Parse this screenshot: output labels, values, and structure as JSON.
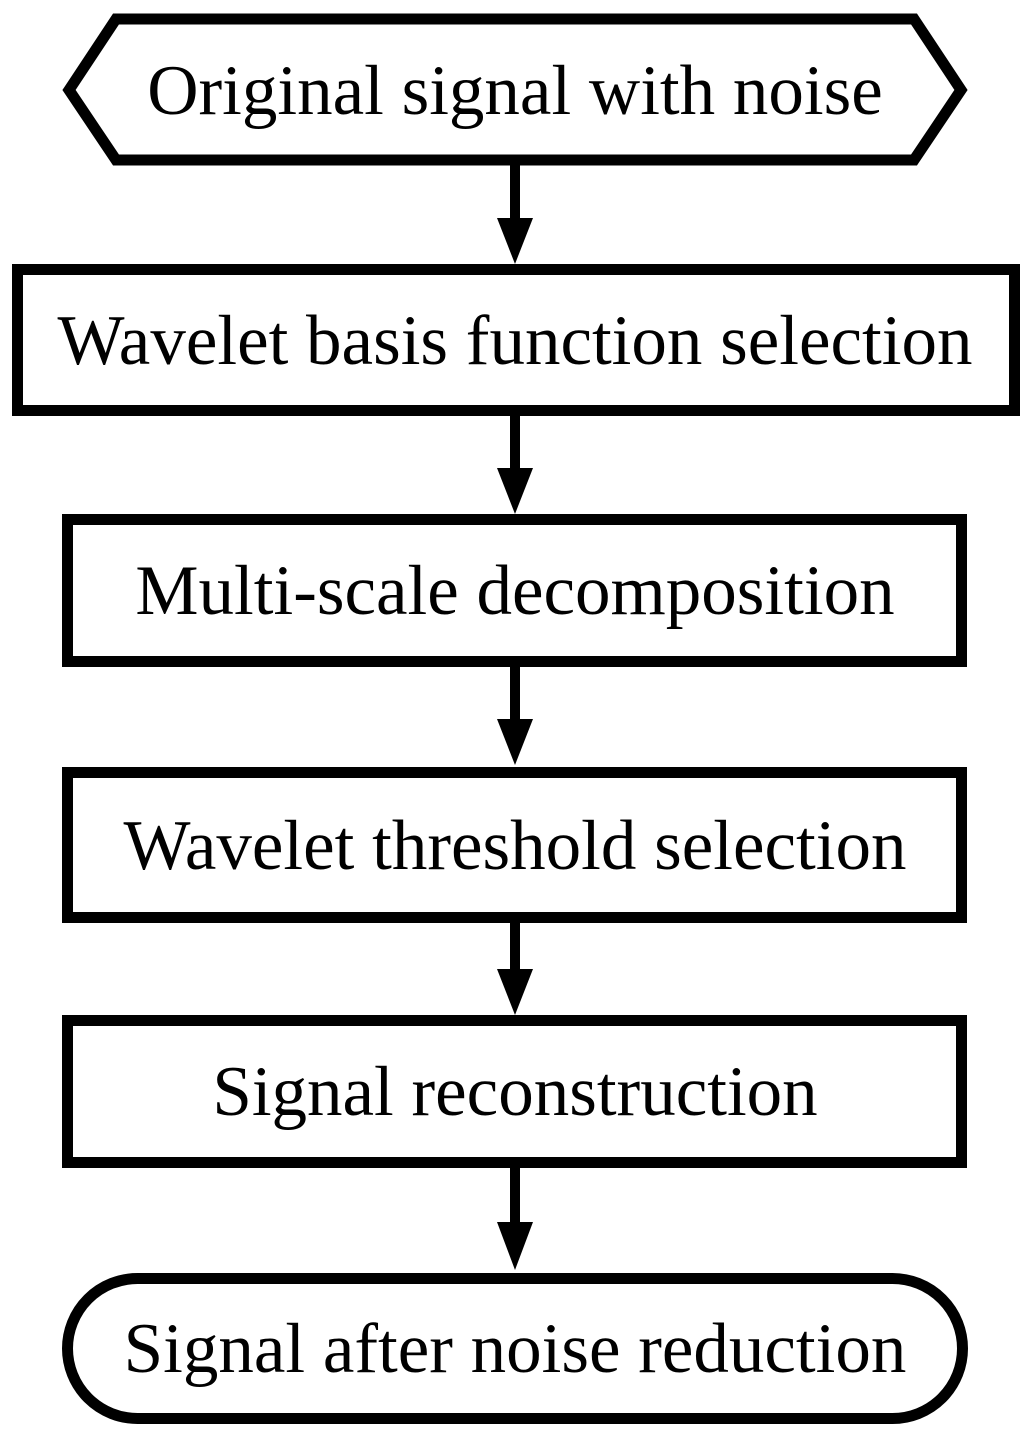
{
  "diagram": {
    "type": "flowchart",
    "orientation": "top-to-bottom",
    "colors": {
      "background": "#ffffff",
      "node_fill": "#ffffff",
      "stroke": "#000000",
      "text": "#000000"
    },
    "nodes": [
      {
        "id": "start",
        "shape": "hexagon",
        "label": "Original signal with noise"
      },
      {
        "id": "step1",
        "shape": "rectangle",
        "label": "Wavelet basis function selection"
      },
      {
        "id": "step2",
        "shape": "rectangle",
        "label": "Multi-scale decomposition"
      },
      {
        "id": "step3",
        "shape": "rectangle",
        "label": "Wavelet threshold selection"
      },
      {
        "id": "step4",
        "shape": "rectangle",
        "label": "Signal reconstruction"
      },
      {
        "id": "end",
        "shape": "rounded-rectangle",
        "label": "Signal after noise reduction"
      }
    ],
    "edges": [
      {
        "from": "start",
        "to": "step1",
        "style": "arrow-down"
      },
      {
        "from": "step1",
        "to": "step2",
        "style": "arrow-down"
      },
      {
        "from": "step2",
        "to": "step3",
        "style": "arrow-down"
      },
      {
        "from": "step3",
        "to": "step4",
        "style": "arrow-down"
      },
      {
        "from": "step4",
        "to": "end",
        "style": "arrow-down"
      }
    ]
  }
}
